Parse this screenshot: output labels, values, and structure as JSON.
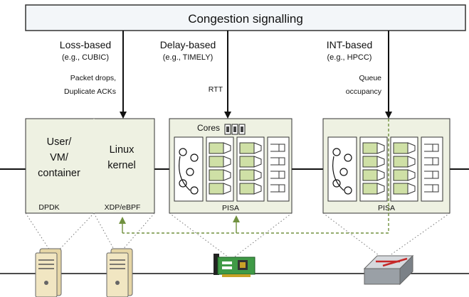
{
  "title": "Congestion signalling",
  "columns": [
    {
      "head": "Loss-based",
      "example": "(e.g., CUBIC)",
      "signal_lines": [
        "Packet drops,",
        "Duplicate ACKs"
      ]
    },
    {
      "head": "Delay-based",
      "example": "(e.g., TIMELY)",
      "signal_lines": [
        "RTT"
      ]
    },
    {
      "head": "INT-based",
      "example": "(e.g., HPCC)",
      "signal_lines": [
        "Queue",
        "occupancy"
      ]
    }
  ],
  "host_box": {
    "left_lines": [
      "User/",
      "VM/",
      "container"
    ],
    "right_lines": [
      "Linux",
      "kernel"
    ],
    "left_footer": "DPDK",
    "right_footer": "XDP/eBPF"
  },
  "smartnic_box": {
    "cores_label": "Cores",
    "footer": "PISA"
  },
  "switch_box": {
    "footer": "PISA"
  },
  "icons": [
    "server-icon",
    "server-icon",
    "smartnic-icon",
    "switch-icon",
    "cpu-cores-icon"
  ],
  "colors": {
    "box_fill": "#eef1e2",
    "cell_fill": "#cfe0a6",
    "feedback_arrow": "#70913f",
    "border": "#333333"
  }
}
